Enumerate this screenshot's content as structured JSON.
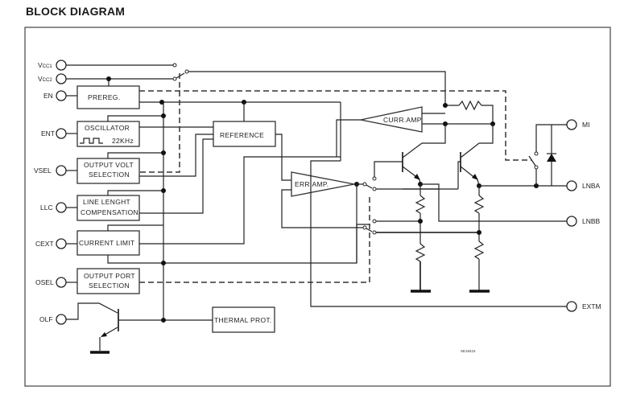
{
  "title": "BLOCK DIAGRAM",
  "pins_left": {
    "vcc1": {
      "main": "V",
      "sub": "CC1"
    },
    "vcc2": {
      "main": "V",
      "sub": "CC2"
    },
    "en": "EN",
    "ent": "ENT",
    "vsel": "VSEL",
    "llc": "LLC",
    "cext": "CEXT",
    "osel": "OSEL",
    "olf": "OLF"
  },
  "pins_right": {
    "mi": "MI",
    "lnba": "LNBA",
    "lnbb": "LNBB",
    "extm": "EXTM"
  },
  "blocks": {
    "prereg": "PREREG.",
    "oscillator": "OSCILLATOR",
    "oscillator_freq": "22KHz",
    "output_volt_1": "OUTPUT VOLT",
    "output_volt_2": "SELECTION",
    "line_length_1": "LINE LENGHT",
    "line_length_2": "COMPENSATION",
    "current_limit": "CURRENT LIMIT",
    "output_port_1": "OUTPUT PORT",
    "output_port_2": "SELECTION",
    "thermal_prot": "THERMAL PROT.",
    "reference": "REFERENCE",
    "err_amp": "ERR.AMP.",
    "curr_amp": "CURR.AMP."
  },
  "figure_code": "SE18415"
}
